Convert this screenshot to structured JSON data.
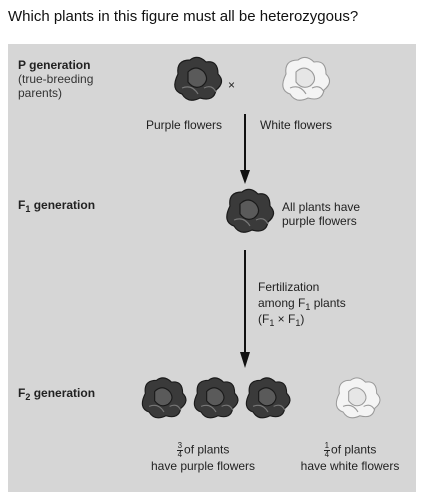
{
  "question": "Which plants in this figure must all be heterozygous?",
  "figure": {
    "p_generation": {
      "label": "P generation",
      "sublabel": "(true-breeding parents)",
      "cross_symbol": "×",
      "left_caption": "Purple flowers",
      "right_caption": "White flowers"
    },
    "f1_generation": {
      "label_main": "F",
      "label_sub": "1",
      "label_rest": " generation",
      "caption_line1": "All plants have",
      "caption_line2": "purple flowers"
    },
    "fertilization": {
      "line1": "Fertilization",
      "line2_main": "among F",
      "line2_sub": "1",
      "line2_rest": " plants",
      "line3_open": "(F",
      "line3_sub1": "1",
      "line3_times": " × F",
      "line3_sub2": "1",
      "line3_close": ")"
    },
    "f2_generation": {
      "label_main": "F",
      "label_sub": "2",
      "label_rest": " generation",
      "left_frac_num": "3",
      "left_frac_den": "4",
      "left_caption_line1": "of plants",
      "left_caption_line2": "have purple flowers",
      "right_frac_num": "1",
      "right_frac_den": "4",
      "right_caption_line1": "of plants",
      "right_caption_line2": "have white flowers"
    },
    "colors": {
      "panel": "#d6d6d6",
      "purple_flower": "#3a3a3a",
      "white_flower": "#f4f4f4",
      "arrow": "#111111"
    },
    "icons": {
      "purple": "purple-flower-icon",
      "white": "white-flower-icon",
      "arrow": "down-arrow-icon"
    }
  }
}
